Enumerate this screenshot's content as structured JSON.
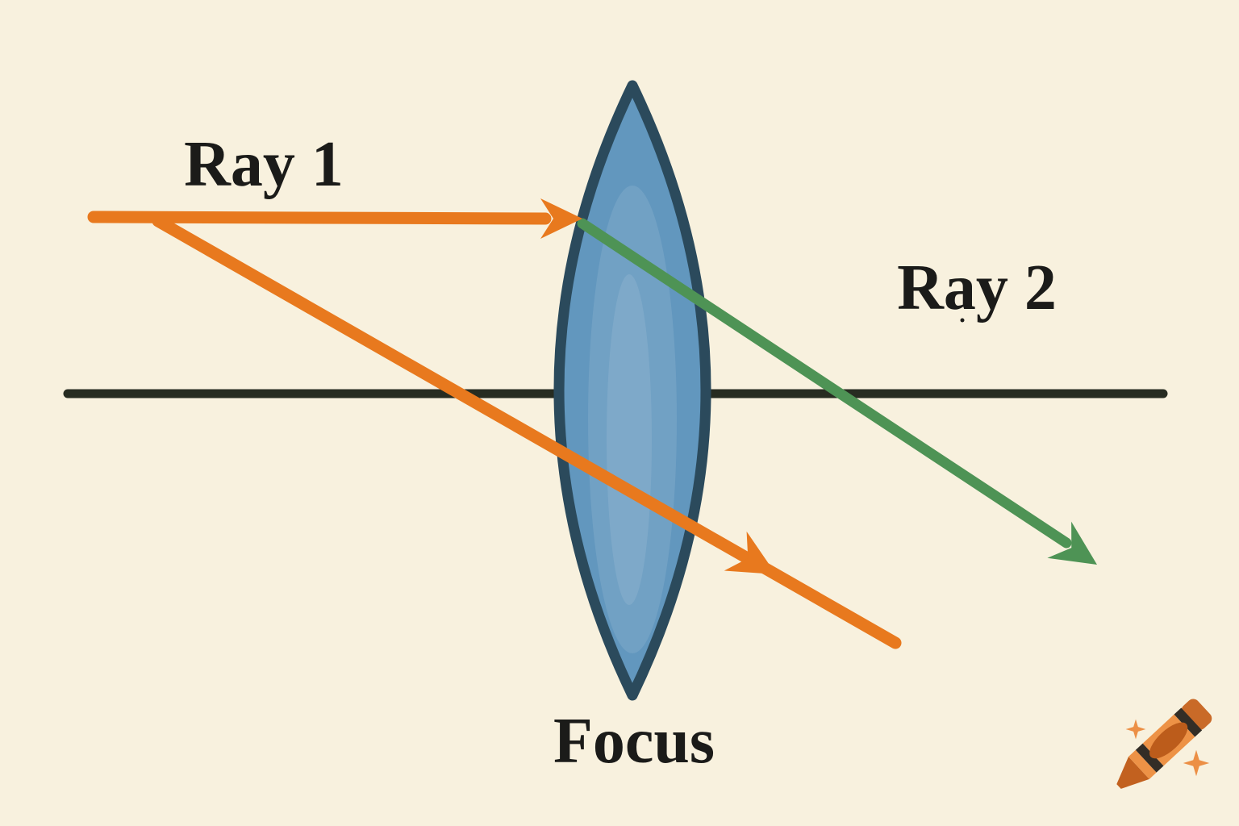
{
  "diagram": {
    "labels": {
      "ray1": "Ray 1",
      "ray2": "Ray 2",
      "focus": "Focus"
    },
    "colors": {
      "background": "#F8F1DE",
      "text": "#1B1B19",
      "axis": "#272C21",
      "ray_orange": "#E8791E",
      "ray_green": "#4E9355",
      "lens_fill": "#6297BE",
      "lens_highlight": "#85ACCB",
      "lens_highlight_inner": "#93B7D3",
      "lens_outline": "#2B4A5C",
      "crayon_body": "#ED9246",
      "crayon_tip": "#C2611F",
      "crayon_cap": "#C96A28",
      "crayon_oval": "#BC5C1B",
      "crayon_stripe": "#332D26",
      "sparkle": "#EC8F45"
    },
    "icons": {
      "crayon_logo": "crayon-logo",
      "sparkles": "sparkle-icon"
    }
  }
}
